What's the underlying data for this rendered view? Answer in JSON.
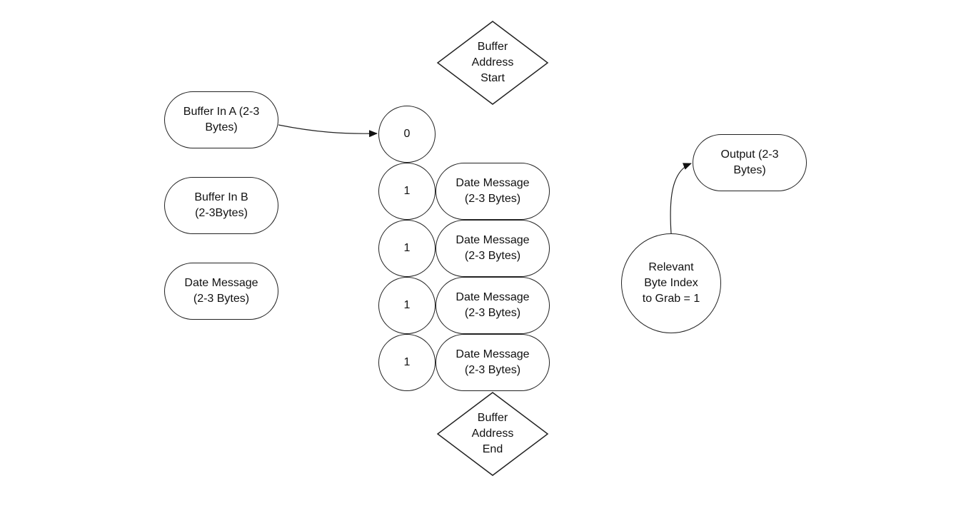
{
  "nodes": {
    "buffer_start": "Buffer\nAddress\nStart",
    "buffer_in_a": "Buffer In A (2-3\nBytes)",
    "buffer_in_b": "Buffer In B\n(2-3Bytes)",
    "date_message_left": "Date Message\n(2-3 Bytes)",
    "index_0": "0",
    "index_1a": "1",
    "index_1b": "1",
    "index_1c": "1",
    "index_1d": "1",
    "date_message_1": "Date Message\n(2-3 Bytes)",
    "date_message_2": "Date Message\n(2-3 Bytes)",
    "date_message_3": "Date Message\n(2-3 Bytes)",
    "date_message_4": "Date Message\n(2-3 Bytes)",
    "buffer_end": "Buffer\nAddress\nEnd",
    "output": "Output (2-3\nBytes)",
    "relevant_byte": "Relevant\nByte Index\nto Grab = 1"
  },
  "colors": {
    "stroke": "#222222",
    "background": "#ffffff",
    "text": "#111111"
  }
}
